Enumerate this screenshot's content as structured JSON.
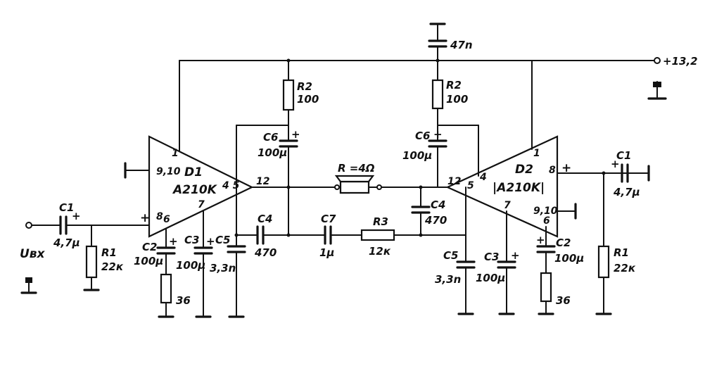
{
  "supply": {
    "voltage": "+13,2",
    "cap": "47n"
  },
  "input": {
    "label": "Uвх"
  },
  "ics": [
    {
      "ref": "D1",
      "type": "A210K",
      "pins": {
        "p1": "1",
        "p910": "9,10",
        "p45": "4 5",
        "p12": "12",
        "p7": "7",
        "p8": "8",
        "p6": "6",
        "plus": "+"
      }
    },
    {
      "ref": "D2",
      "type": "|A210K|",
      "pins": {
        "p1": "1",
        "p910": "9,10",
        "p4": "4",
        "p5": "5",
        "p12": "12",
        "p7": "7",
        "p8": "8",
        "p6": "6",
        "plus": "+"
      }
    }
  ],
  "left": {
    "C1": {
      "ref": "C1",
      "val": "4,7µ",
      "plus": "+"
    },
    "R1": {
      "ref": "R1",
      "val": "22к"
    },
    "C2": {
      "ref": "C2",
      "val": "100µ",
      "plus": "+"
    },
    "R36": {
      "val": "36"
    },
    "C3": {
      "ref": "C3",
      "val": "100µ",
      "plus": "+"
    },
    "C5": {
      "ref": "C5",
      "val": "3,3n"
    },
    "C4": {
      "ref": "C4",
      "val": "470"
    },
    "R2": {
      "ref": "R2",
      "val": "100"
    },
    "C6": {
      "ref": "C6",
      "val": "100µ",
      "plus": "+"
    }
  },
  "right": {
    "C1": {
      "ref": "C1",
      "val": "4,7µ",
      "plus": "+"
    },
    "R1": {
      "ref": "R1",
      "val": "22к"
    },
    "C2": {
      "ref": "C2",
      "val": "100µ",
      "plus": "+"
    },
    "R36": {
      "val": "36"
    },
    "C3": {
      "ref": "C3",
      "val": "100µ",
      "plus": "+"
    },
    "C5": {
      "ref": "C5",
      "val": "3,3n"
    },
    "C4": {
      "ref": "C4",
      "val": "470"
    },
    "R2": {
      "ref": "R2",
      "val": "100"
    },
    "C6": {
      "ref": "C6",
      "val": "100µ",
      "plus": "+"
    }
  },
  "center": {
    "speaker": {
      "label": "R =4Ω"
    },
    "C7": {
      "ref": "C7",
      "val": "1µ"
    },
    "R3": {
      "ref": "R3",
      "val": "12к"
    }
  }
}
